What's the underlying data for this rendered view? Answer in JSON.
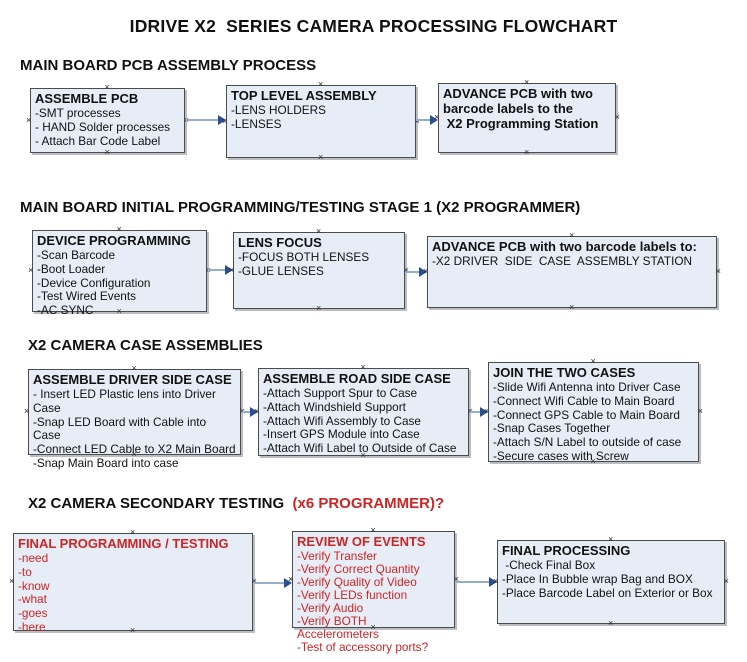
{
  "title": "IDRIVE X2  SERIES CAMERA PROCESSING FLOWCHART",
  "glyphs": {
    "anchor": "×"
  },
  "colors": {
    "box_fill": "#e7edf6",
    "box_border": "#4b4b4b",
    "arrow_line": "#94aecd",
    "arrow_head": "#2b4d94",
    "red_text": "#cc2525"
  },
  "sections": [
    {
      "heading": "MAIN BOARD PCB ASSEMBLY PROCESS",
      "boxes": [
        {
          "title": "ASSEMBLE PCB",
          "items": [
            "-SMT processes",
            "- HAND Solder processes",
            "- Attach Bar Code Label"
          ]
        },
        {
          "title": "TOP LEVEL ASSEMBLY",
          "items": [
            "-LENS HOLDERS",
            "-LENSES"
          ]
        },
        {
          "title_lines": [
            "ADVANCE PCB with two",
            "barcode labels to the",
            " X2 Programming Station"
          ]
        }
      ]
    },
    {
      "heading": "MAIN BOARD INITIAL PROGRAMMING/TESTING STAGE 1 (X2 PROGRAMMER)",
      "boxes": [
        {
          "title": "DEVICE PROGRAMMING",
          "items": [
            "-Scan Barcode",
            "-Boot Loader",
            "-Device Configuration",
            "-Test Wired Events",
            "-AC SYNC"
          ]
        },
        {
          "title": "LENS FOCUS",
          "items": [
            "-FOCUS BOTH LENSES",
            "-GLUE LENSES"
          ]
        },
        {
          "title": "ADVANCE PCB with two barcode labels to:",
          "items": [
            "-X2 DRIVER  SIDE  CASE  ASSEMBLY STATION"
          ]
        }
      ]
    },
    {
      "heading": "X2 CAMERA CASE ASSEMBLIES",
      "boxes": [
        {
          "title": "ASSEMBLE DRIVER SIDE CASE",
          "items": [
            "- Insert LED Plastic lens into Driver Case",
            "-Snap LED Board with Cable into Case",
            "-Connect LED Cable to X2 Main Board",
            "-Snap Main Board into case"
          ]
        },
        {
          "title": "ASSEMBLE ROAD SIDE CASE",
          "items": [
            "-Attach Support Spur to Case",
            "-Attach Windshield Support",
            "-Attach Wifi Assembly to Case",
            "-Insert GPS Module into Case",
            "-Attach Wifi Label to Outside of Case"
          ]
        },
        {
          "title": "JOIN THE TWO CASES",
          "items": [
            "-Slide Wifi Antenna into Driver Case",
            "-Connect Wifi Cable to Main Board",
            "-Connect GPS Cable to Main Board",
            "-Snap Cases Together",
            "-Attach S/N Label to outside of case",
            "-Secure cases with Screw"
          ]
        }
      ]
    },
    {
      "heading": "X2 CAMERA SECONDARY TESTING ",
      "heading_red": " (x6 PROGRAMMER)?",
      "boxes": [
        {
          "title": "FINAL PROGRAMMING / TESTING",
          "items": [
            "-need",
            "-to",
            "-know",
            "-what",
            "-goes",
            "-here"
          ]
        },
        {
          "title": "REVIEW OF EVENTS",
          "items": [
            "-Verify Transfer",
            "-Verify Correct Quantity",
            "-Verify Quality of Video",
            "-Verify LEDs function",
            "-Verify Audio",
            "-Verify BOTH Accelerometers",
            "-Test of accessory ports?"
          ]
        },
        {
          "title": "FINAL PROCESSING",
          "items": [
            " -Check Final Box",
            "-Place In Bubble wrap Bag and BOX",
            "-Place Barcode Label on Exterior or Box"
          ]
        }
      ]
    }
  ]
}
